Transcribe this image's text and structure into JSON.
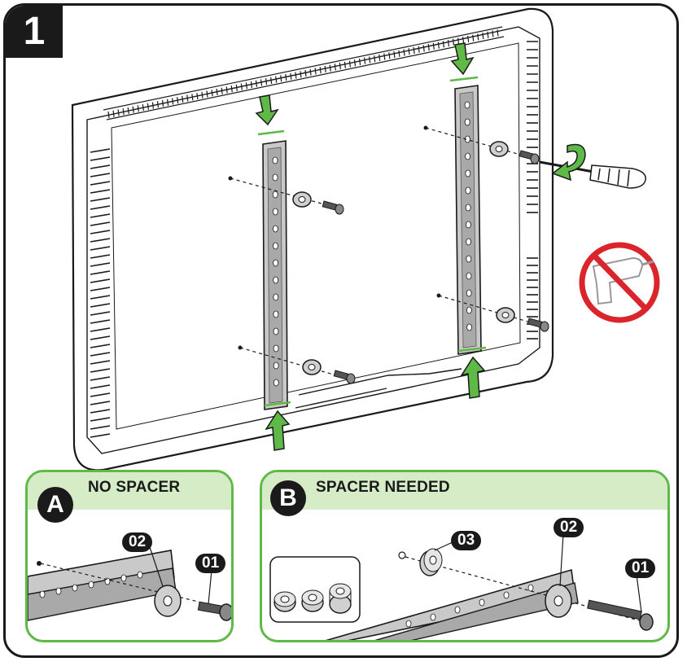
{
  "step": {
    "number": "1"
  },
  "panel_a": {
    "letter": "A",
    "title": "NO SPACER"
  },
  "panel_b": {
    "letter": "B",
    "title": "SPACER NEEDED"
  },
  "parts": {
    "screw": "01",
    "washer": "02",
    "spacer": "03"
  },
  "colors": {
    "accent_green": "#5fb947",
    "panel_header": "#d5ecc6",
    "prohibit_red": "#d9252b",
    "ink": "#1a1a1a"
  },
  "icons": [
    "tv-back",
    "mounting-bracket",
    "washer-icon",
    "screw-icon",
    "screwdriver-icon",
    "rotate-arrow-icon",
    "down-arrow-icon",
    "up-arrow-icon",
    "no-power-drill-icon",
    "spacer-icon"
  ]
}
